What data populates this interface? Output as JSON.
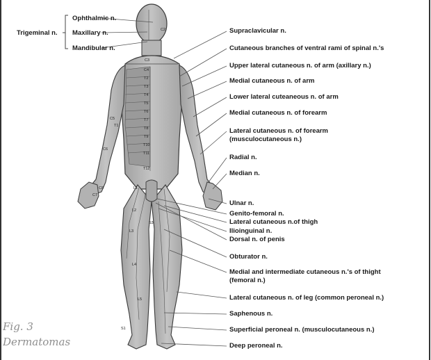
{
  "figure": {
    "caption_line1": "Fig. 3",
    "caption_line2": "Dermatomas"
  },
  "trigeminal": {
    "group_label": "Trigeminal n.",
    "branches": [
      "Ophthalmic n.",
      "Maxillary n.",
      "Mandibular n."
    ]
  },
  "right_labels": [
    "Supraclavicular n.",
    "Cutaneous branches of ventral rami of spinal n.'s",
    "Upper lateral cutaneous n. of arm (axillary n.)",
    "Medial cutaneous n. of arm",
    "Lower lateral cuteaneous n. of arm",
    "Medial cutaneous n. of forearm",
    "Lateral cutaneous n. of forearm",
    "(musculocutaneous n.)",
    "Radial n.",
    "Median n.",
    "Ulnar n.",
    "Genito-femoral n.",
    "Lateral cutaneous n.of thigh",
    "Ilioinguinal n.",
    "Dorsal n. of penis",
    "Obturator n.",
    "Medial and intermediate cutaneous n.'s of thight",
    "(femoral n.)",
    "Lateral cutaneous n. of leg (common peroneal n.)",
    "Saphenous n.",
    "Superficial peroneal n. (musculocutaneous n.)",
    "Deep peroneal n."
  ],
  "dermatome_labels": [
    "C2",
    "C3",
    "C4",
    "C5",
    "C6",
    "C7",
    "C8",
    "T1",
    "T2",
    "T3",
    "T4",
    "T5",
    "T6",
    "T7",
    "T8",
    "T9",
    "T10",
    "T11",
    "T12",
    "L1",
    "L2",
    "L3",
    "L4",
    "L5",
    "S1",
    "S3"
  ],
  "colors": {
    "skin": "#b9b9b9",
    "skin_dark": "#8f8f8f",
    "outline": "#3a3a3a",
    "line": "#555555",
    "text": "#1a1a1a",
    "caption": "#8e8e8e"
  }
}
